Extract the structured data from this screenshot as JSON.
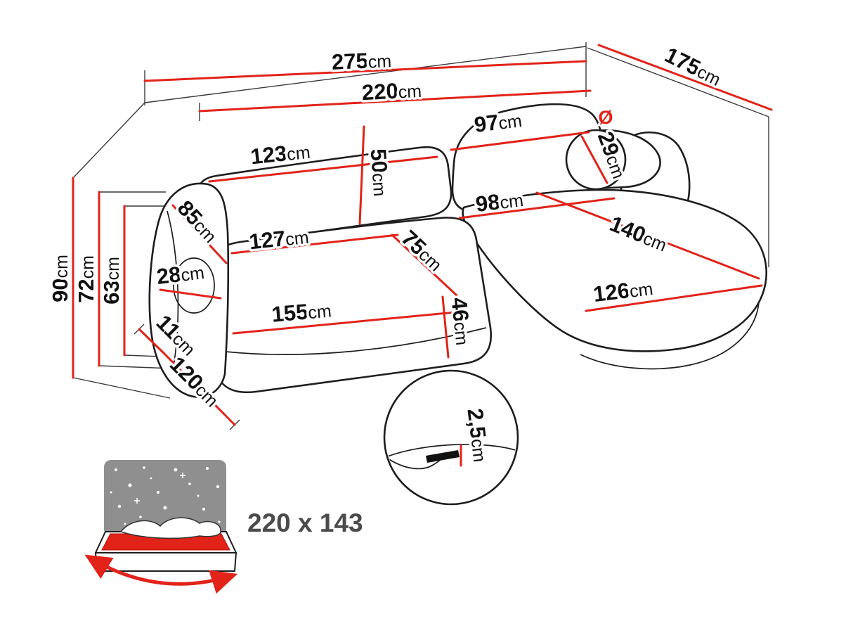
{
  "diagram": {
    "subject": "corner-sofa-dimension-diagram",
    "unit": "cm"
  },
  "labels": {
    "d275": {
      "num": "275",
      "unit": "cm"
    },
    "d220": {
      "num": "220",
      "unit": "cm"
    },
    "d175": {
      "num": "175",
      "unit": "cm"
    },
    "d123": {
      "num": "123",
      "unit": "cm"
    },
    "d97": {
      "num": "97",
      "unit": "cm"
    },
    "d50": {
      "num": "50",
      "unit": "cm"
    },
    "diameter": "Ø",
    "d29": {
      "num": "29",
      "unit": "cm"
    },
    "d85": {
      "num": "85",
      "unit": "cm"
    },
    "d98": {
      "num": "98",
      "unit": "cm"
    },
    "d140": {
      "num": "140",
      "unit": "cm"
    },
    "d126": {
      "num": "126",
      "unit": "cm"
    },
    "d127": {
      "num": "127",
      "unit": "cm"
    },
    "d75": {
      "num": "75",
      "unit": "cm"
    },
    "d28": {
      "num": "28",
      "unit": "cm"
    },
    "d155": {
      "num": "155",
      "unit": "cm"
    },
    "d46": {
      "num": "46",
      "unit": "cm"
    },
    "d90": {
      "num": "90",
      "unit": "cm"
    },
    "d72": {
      "num": "72",
      "unit": "cm"
    },
    "d63": {
      "num": "63",
      "unit": "cm"
    },
    "d11": {
      "num": "11",
      "unit": "cm"
    },
    "d120": {
      "num": "120",
      "unit": "cm"
    },
    "d2_5": {
      "num": "2,5",
      "unit": "cm"
    }
  },
  "sleeping_area": {
    "size": "220 x 143"
  },
  "colors": {
    "dimension_red": "#e2231a",
    "outline_black": "#1d1d1d",
    "headboard_gray": "#8f8f8f",
    "size_text_gray": "#4b4b4b"
  }
}
